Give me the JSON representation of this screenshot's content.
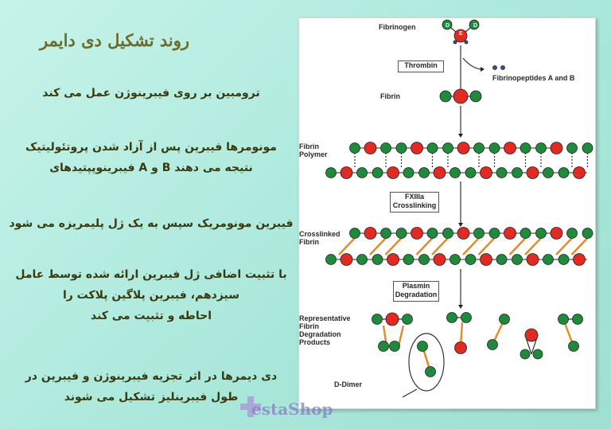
{
  "slide": {
    "title": "روند تشکیل دی دایمر",
    "paragraphs": [
      "ترومبین بر روی فیبرینوژن عمل می کند",
      "مونومرها فیبرین پس از آزاد شدن پروتئولیتیک\nنتیجه می دهند B و A فیبرینوپپتیدهای",
      "فیبرین مونومریک سپس به یک ژل پلیمریزه می شود",
      "با تثبیت اضافی ژل فیبرین ارائه شده توسط عامل\nسیزدهم، فیبرین پلاگین پلاکت را\nاحاطه و تثبیت می کند",
      "دی دیمرها در اثر تجزیه فیبرینوژن و فیبرین در\nطول فیبرینلیز تشکیل می شوند"
    ]
  },
  "figure": {
    "fibrinogen": "Fibrinogen",
    "thrombin": "Thrombin",
    "fibrinopeptides": "Fibrinopeptides A and B",
    "fibrin": "Fibrin",
    "fibrin_polymer": "Fibrin\nPolymer",
    "fxiiia": "FXIIIa\nCrosslinking",
    "crosslinked": "Crosslinked\nFibrin",
    "plasmin": "Plasmin\nDegradation",
    "products": "Representative\nFibrin\nDegradation\nProducts",
    "ddimer": "D-Dimer",
    "node_d1": "D",
    "node_e": "E",
    "node_d2": "D"
  },
  "watermark": "estaShop",
  "colors": {
    "green": "#1f8a3c",
    "red": "#e02a22",
    "orange": "#e08a2a",
    "title": "#6c6a2c",
    "text": "#3a3a10"
  }
}
